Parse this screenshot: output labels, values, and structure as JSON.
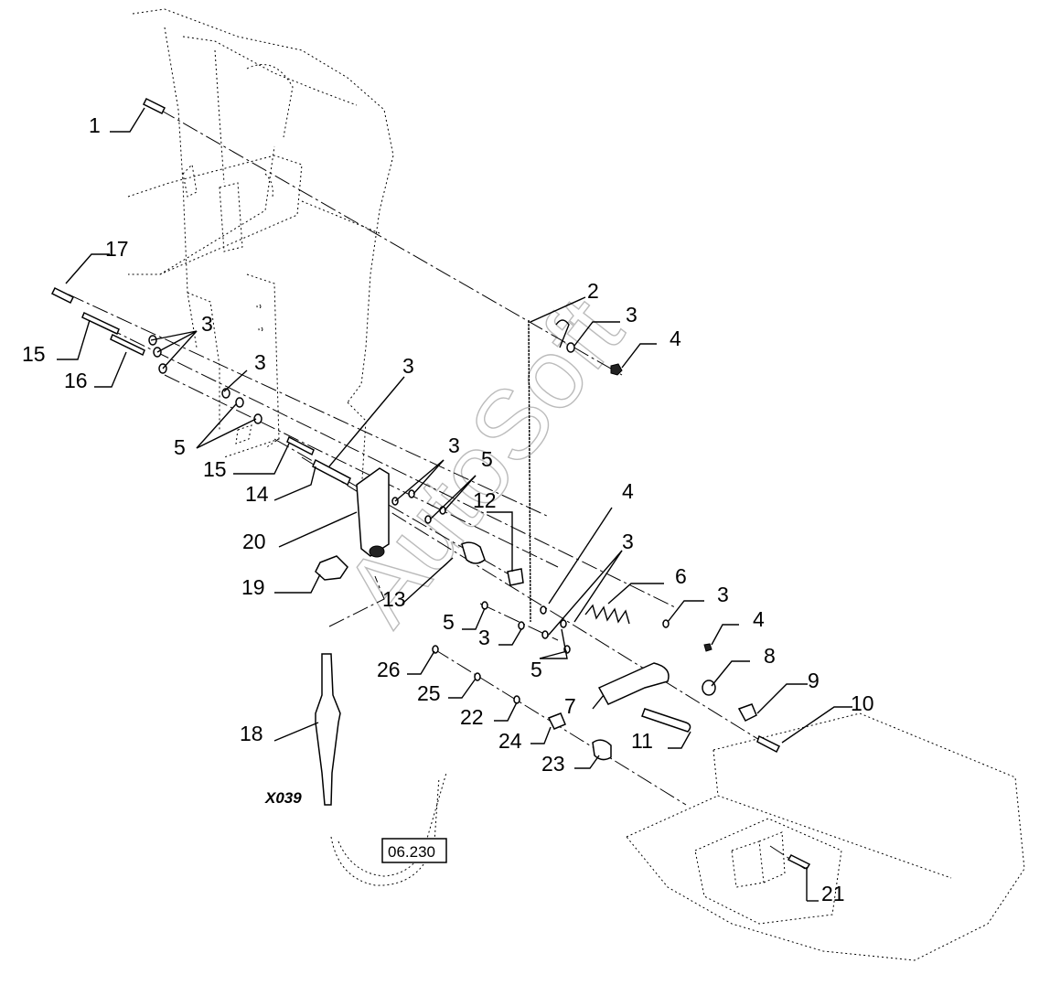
{
  "diagram": {
    "callouts": [
      "1",
      "2",
      "3",
      "4",
      "5",
      "6",
      "7",
      "8",
      "9",
      "10",
      "11",
      "12",
      "13",
      "14",
      "15",
      "16",
      "17",
      "18",
      "19",
      "20",
      "21",
      "22",
      "23",
      "24",
      "25",
      "26"
    ],
    "ref_code": "X039",
    "page_ref": "06.230",
    "watermark": "AutoSoft"
  }
}
